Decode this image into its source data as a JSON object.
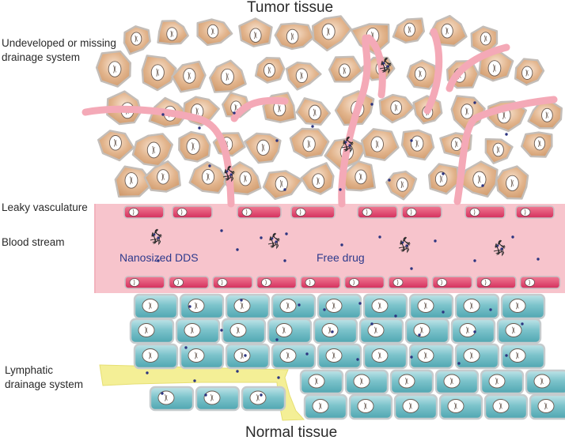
{
  "titles": {
    "top": "Tumor tissue",
    "bottom": "Normal tissue"
  },
  "labels": {
    "drainage_line1": "Undeveloped or missing",
    "drainage_line2": "drainage system",
    "leaky": "Leaky vasculature",
    "blood": "Blood stream",
    "lymph_line1": "Lymphatic",
    "lymph_line2": "drainage system",
    "nanosized": "Nanosized DDS",
    "free_drug": "Free drug"
  },
  "colors": {
    "tumor_cell": "#d9a77e",
    "tumor_cell_outline": "#c8c4c0",
    "blood": "#f7c4cc",
    "endothelial_cell": "#e0456b",
    "normal_cell": "#76c0c8",
    "normal_cell_outline": "#bfc5c8",
    "lymph": "#f4ef96",
    "drug_dot": "#2c3480",
    "label_blue": "#2e3a8c"
  },
  "icons": [
    "nanoparticle-icon",
    "cell-nucleus-icon",
    "free-drug-dot"
  ]
}
